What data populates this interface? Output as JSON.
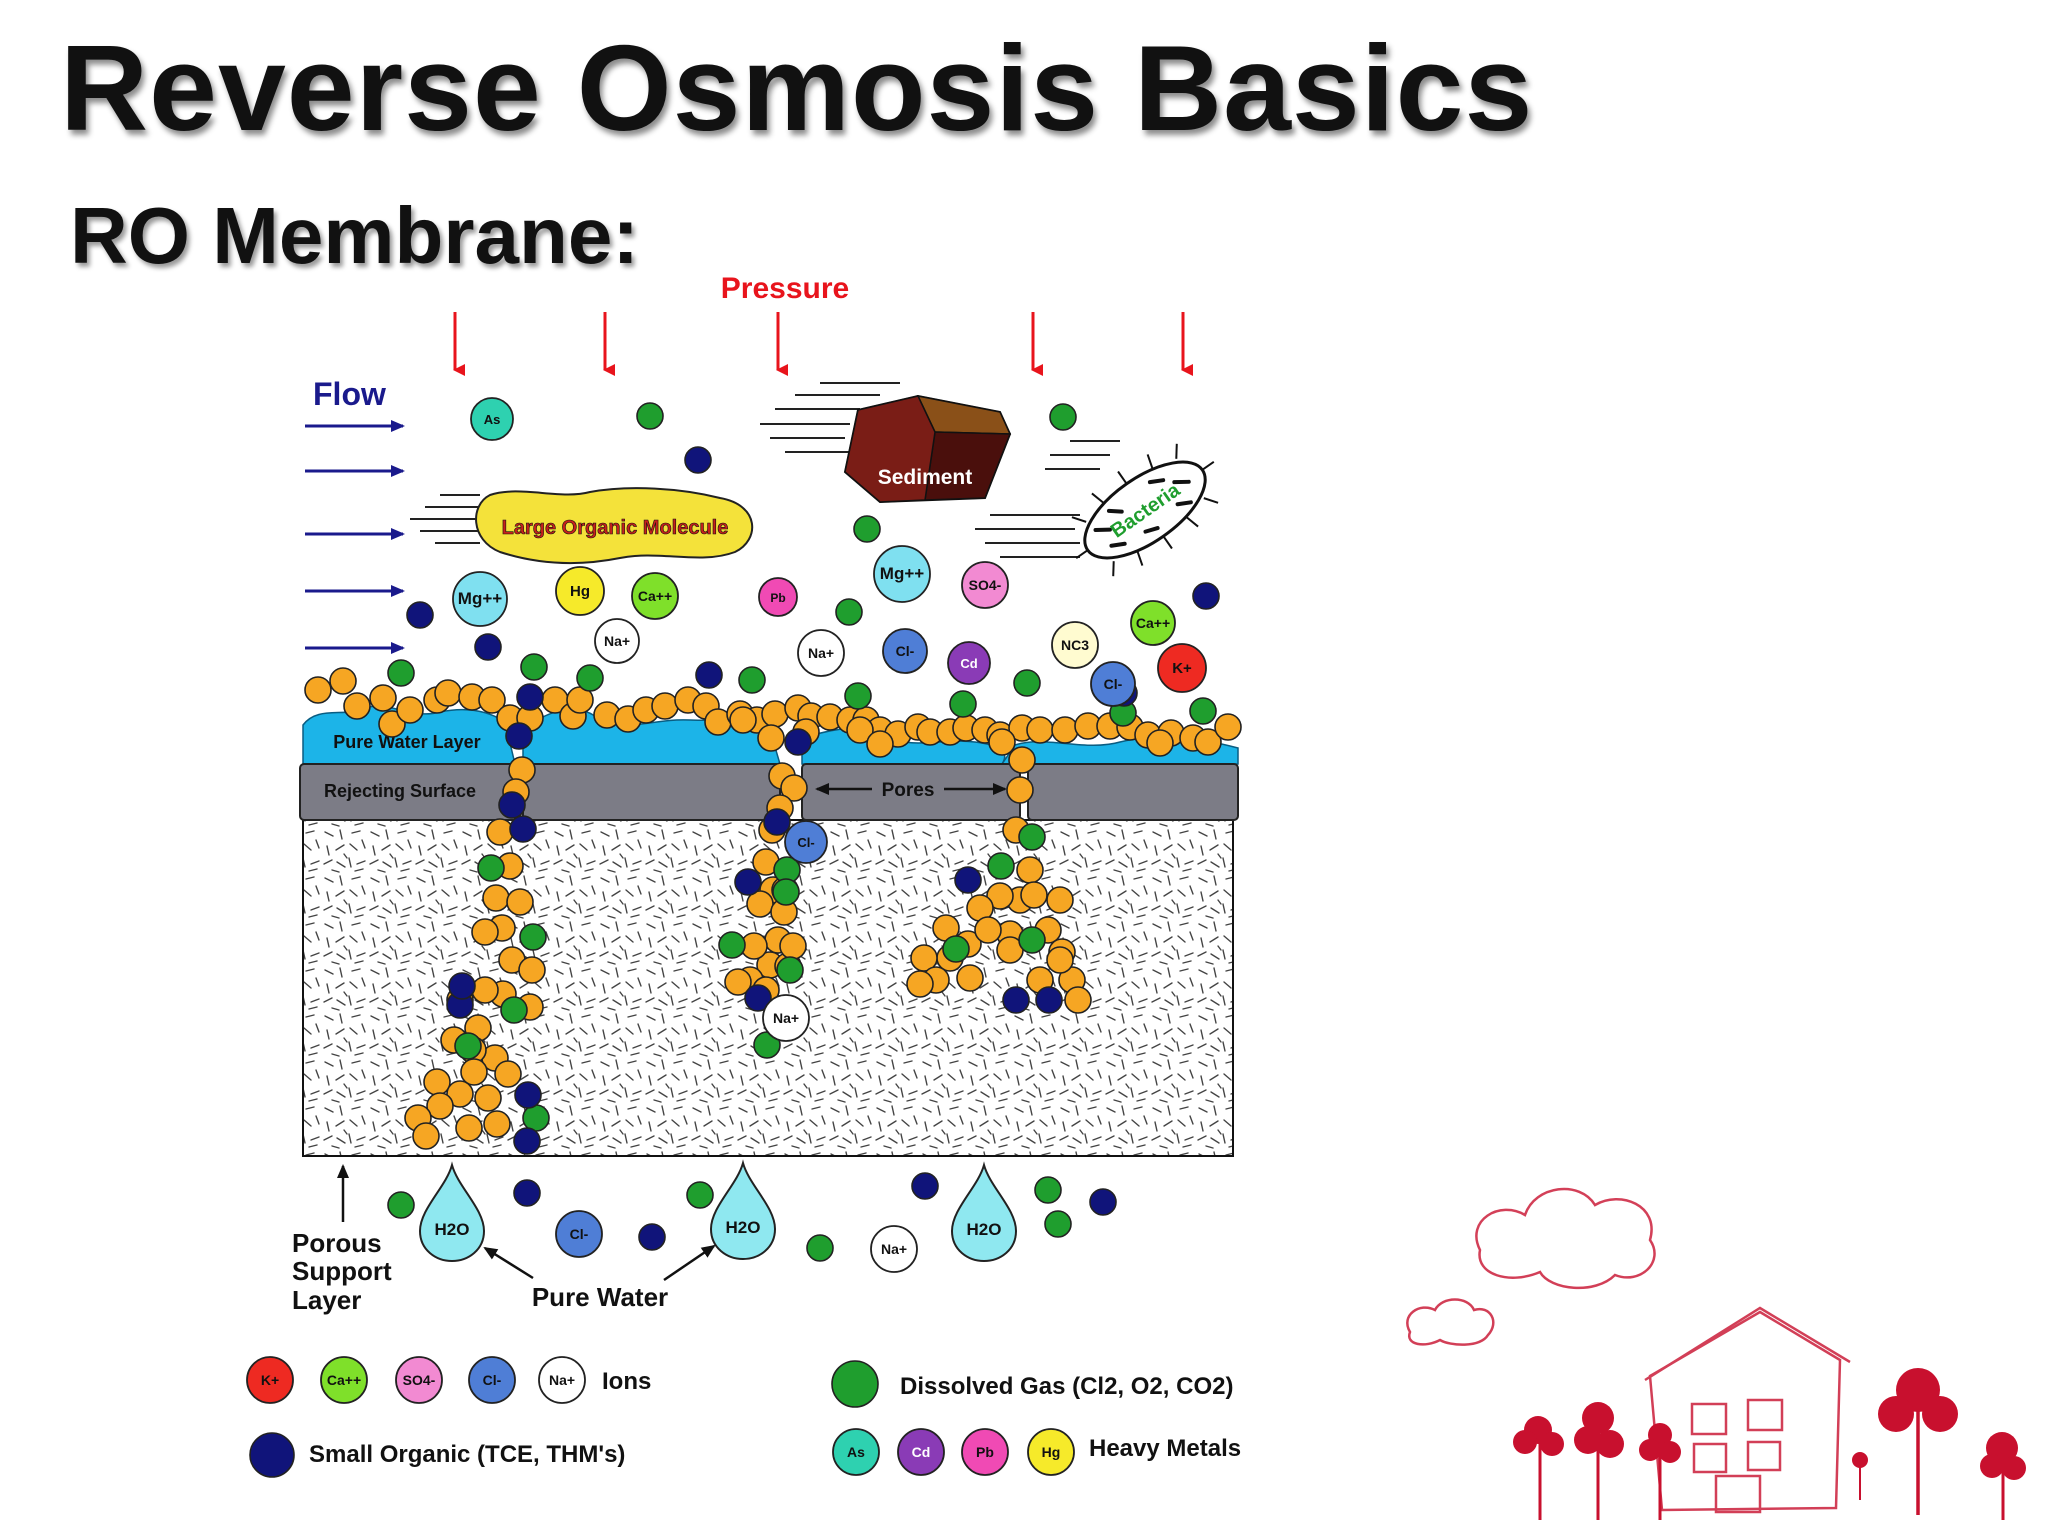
{
  "slide": {
    "title": "Reverse Osmosis Basics",
    "subtitle": "RO Membrane:"
  },
  "diagram": {
    "pressure_label": "Pressure",
    "flow_label": "Flow",
    "sediment_label": "Sediment",
    "bacteria_label": "Bacteria",
    "large_organic_label": "Large Organic Molecule",
    "pure_water_layer_label": "Pure Water Layer",
    "rejecting_surface_label": "Rejecting Surface",
    "pores_label": "Pores",
    "porous_support_label_lines": [
      "Porous",
      "Support",
      "Layer"
    ],
    "pure_water_label": "Pure Water",
    "water_drop_label": "H2O"
  },
  "ions": {
    "As": "As",
    "Hg": "Hg",
    "Pb": "Pb",
    "Cd": "Cd",
    "Mg": "Mg++",
    "Ca": "Ca++",
    "Na": "Na+",
    "Cl": "Cl-",
    "K": "K+",
    "SO4": "SO4-",
    "NC3": "NC3"
  },
  "legend": {
    "ions_label": "Ions",
    "dissolved_gas_label": "Dissolved Gas (Cl2, O2, CO2)",
    "small_organic_label": "Small Organic (TCE, THM's)",
    "heavy_metals_label": "Heavy Metals"
  },
  "colors": {
    "pressure_red": "#e8141c",
    "flow_navy": "#1a1a8c",
    "water_blue": "#1cb4e8",
    "membrane_gray": "#7c7c86",
    "water_molecule_orange": "#f6a623",
    "dissolved_gas_green": "#1f9e2e",
    "small_organic_navy": "#10147a",
    "organic_yellow": "#f4e23a",
    "sediment_brown": "#6b1a14",
    "decor_red": "#c8102e"
  },
  "icons": {
    "cloud": "cloud-icon",
    "house": "house-icon",
    "tree": "tree-icon"
  }
}
